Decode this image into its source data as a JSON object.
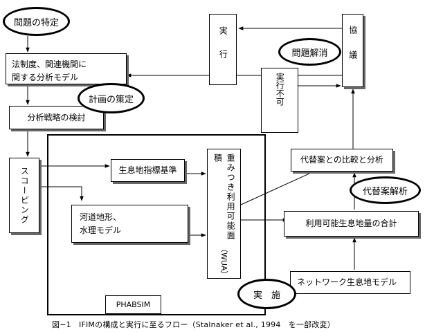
{
  "labels": {
    "oval_problem_identification": "問題の特定",
    "box_legal_framework_line1": "法制度、関連機関に",
    "box_legal_framework_line2": "関する分析モデル",
    "oval_plan_formulation": "計画の策定",
    "box_analysis_strategy": "分析戦略の検討",
    "box_scoping": "スコーピング",
    "box_habitat_criteria": "生息地指標基準",
    "box_channel_line1": "河道地形、",
    "box_channel_line2": "水理モデル",
    "box_wua": "重みつき利用可能面積",
    "box_wua_abbrev": "（WUA）",
    "box_phabsim": "PHABSIM",
    "oval_implementation": "実　施",
    "box_network_habitat": "ネットワーク生息地モデル",
    "box_total_habitat": "利用可能生息地量の合計",
    "oval_alternative_analysis": "代替案解析",
    "box_alternative_comparison": "代替案との比較と分析",
    "box_negotiation": "協議",
    "oval_problem_resolution": "問題解消",
    "box_execution": "実行",
    "box_not_executable": "実行不可"
  },
  "caption": "図−1　IFIMの構成と実行に至るフロー（Stalnaker et al., 1994　を一部改変）"
}
